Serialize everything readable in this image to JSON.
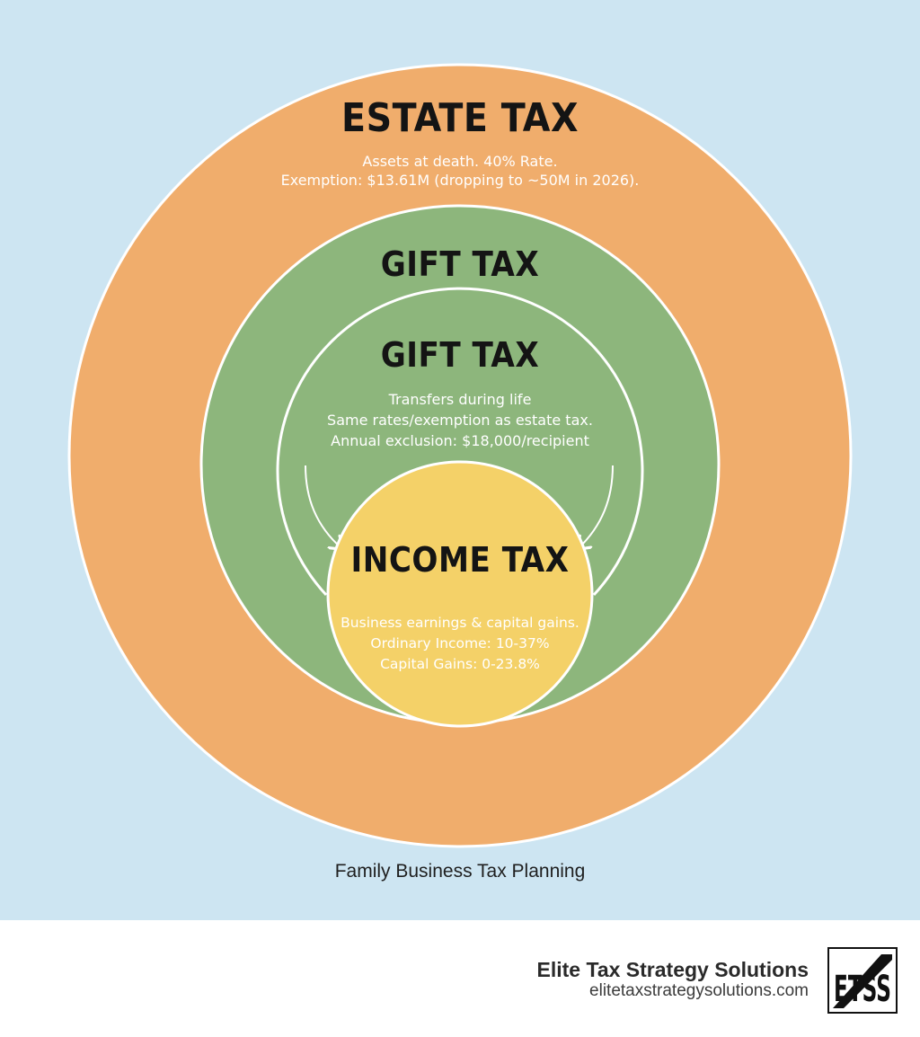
{
  "diagram": {
    "estate": {
      "title": "ESTATE TAX",
      "lines": [
        "Assets at death. 40% Rate.",
        "Exemption: $13.61M (dropping to ~50M in 2026)."
      ]
    },
    "gift_outer": {
      "title": "GIFT TAX"
    },
    "gift_inner": {
      "title": "GIFT TAX",
      "lines": [
        "Transfers during life",
        "Same rates/exemption as estate tax.",
        "Annual exclusion: $18,000/recipient"
      ]
    },
    "income": {
      "title": "INCOME TAX",
      "lines": [
        "Business earnings & capital gains.",
        "Ordinary Income: 10-37%",
        "Capital Gains: 0-23.8%"
      ]
    },
    "caption": "Family Business Tax Planning"
  },
  "footer": {
    "brand_name": "Elite Tax Strategy Solutions",
    "brand_url": "elitetaxstrategysolutions.com",
    "logo_text": "ETSS"
  },
  "colors": {
    "background": "#cde5f2",
    "estate": "#f0ad6c",
    "gift": "#8db67c",
    "income": "#f4d168",
    "stroke": "#ffffff"
  }
}
